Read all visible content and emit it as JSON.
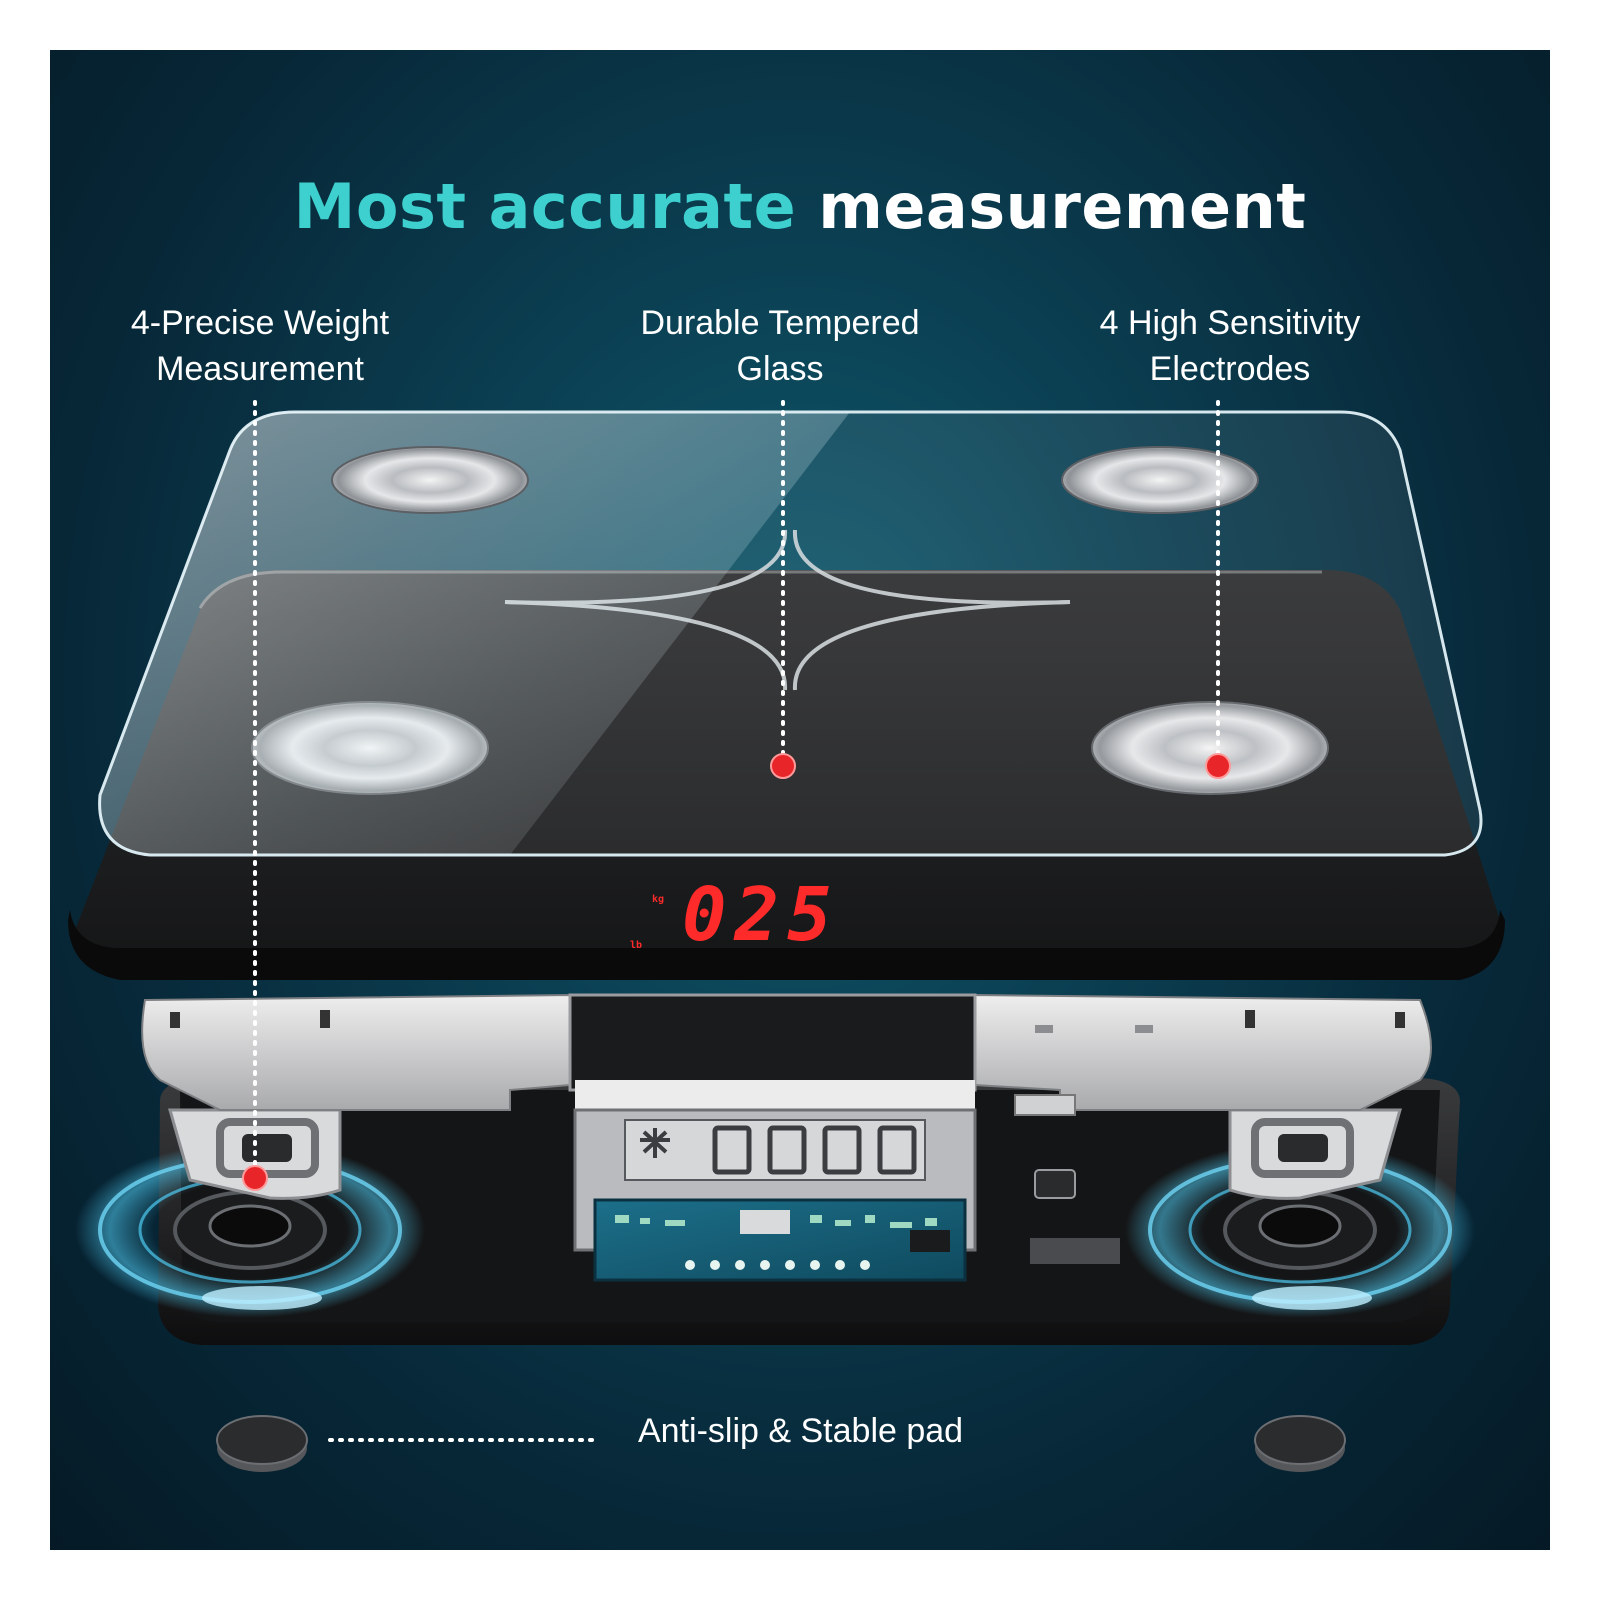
{
  "title": {
    "accent": "Most accurate",
    "rest": "measurement"
  },
  "callouts": {
    "weight": {
      "line1": "4-Precise Weight",
      "line2": "Measurement"
    },
    "glass": {
      "line1": "Durable Tempered",
      "line2": "Glass"
    },
    "electrodes": {
      "line1": "4 High Sensitivity",
      "line2": "Electrodes"
    }
  },
  "display_reading": "025",
  "footer": {
    "pad_label": "Anti-slip & Stable pad"
  },
  "colors": {
    "accent": "#3ed0cf",
    "marker": "#e8262a",
    "display": "#ff2a2a",
    "glow": "#4fc9f0"
  }
}
